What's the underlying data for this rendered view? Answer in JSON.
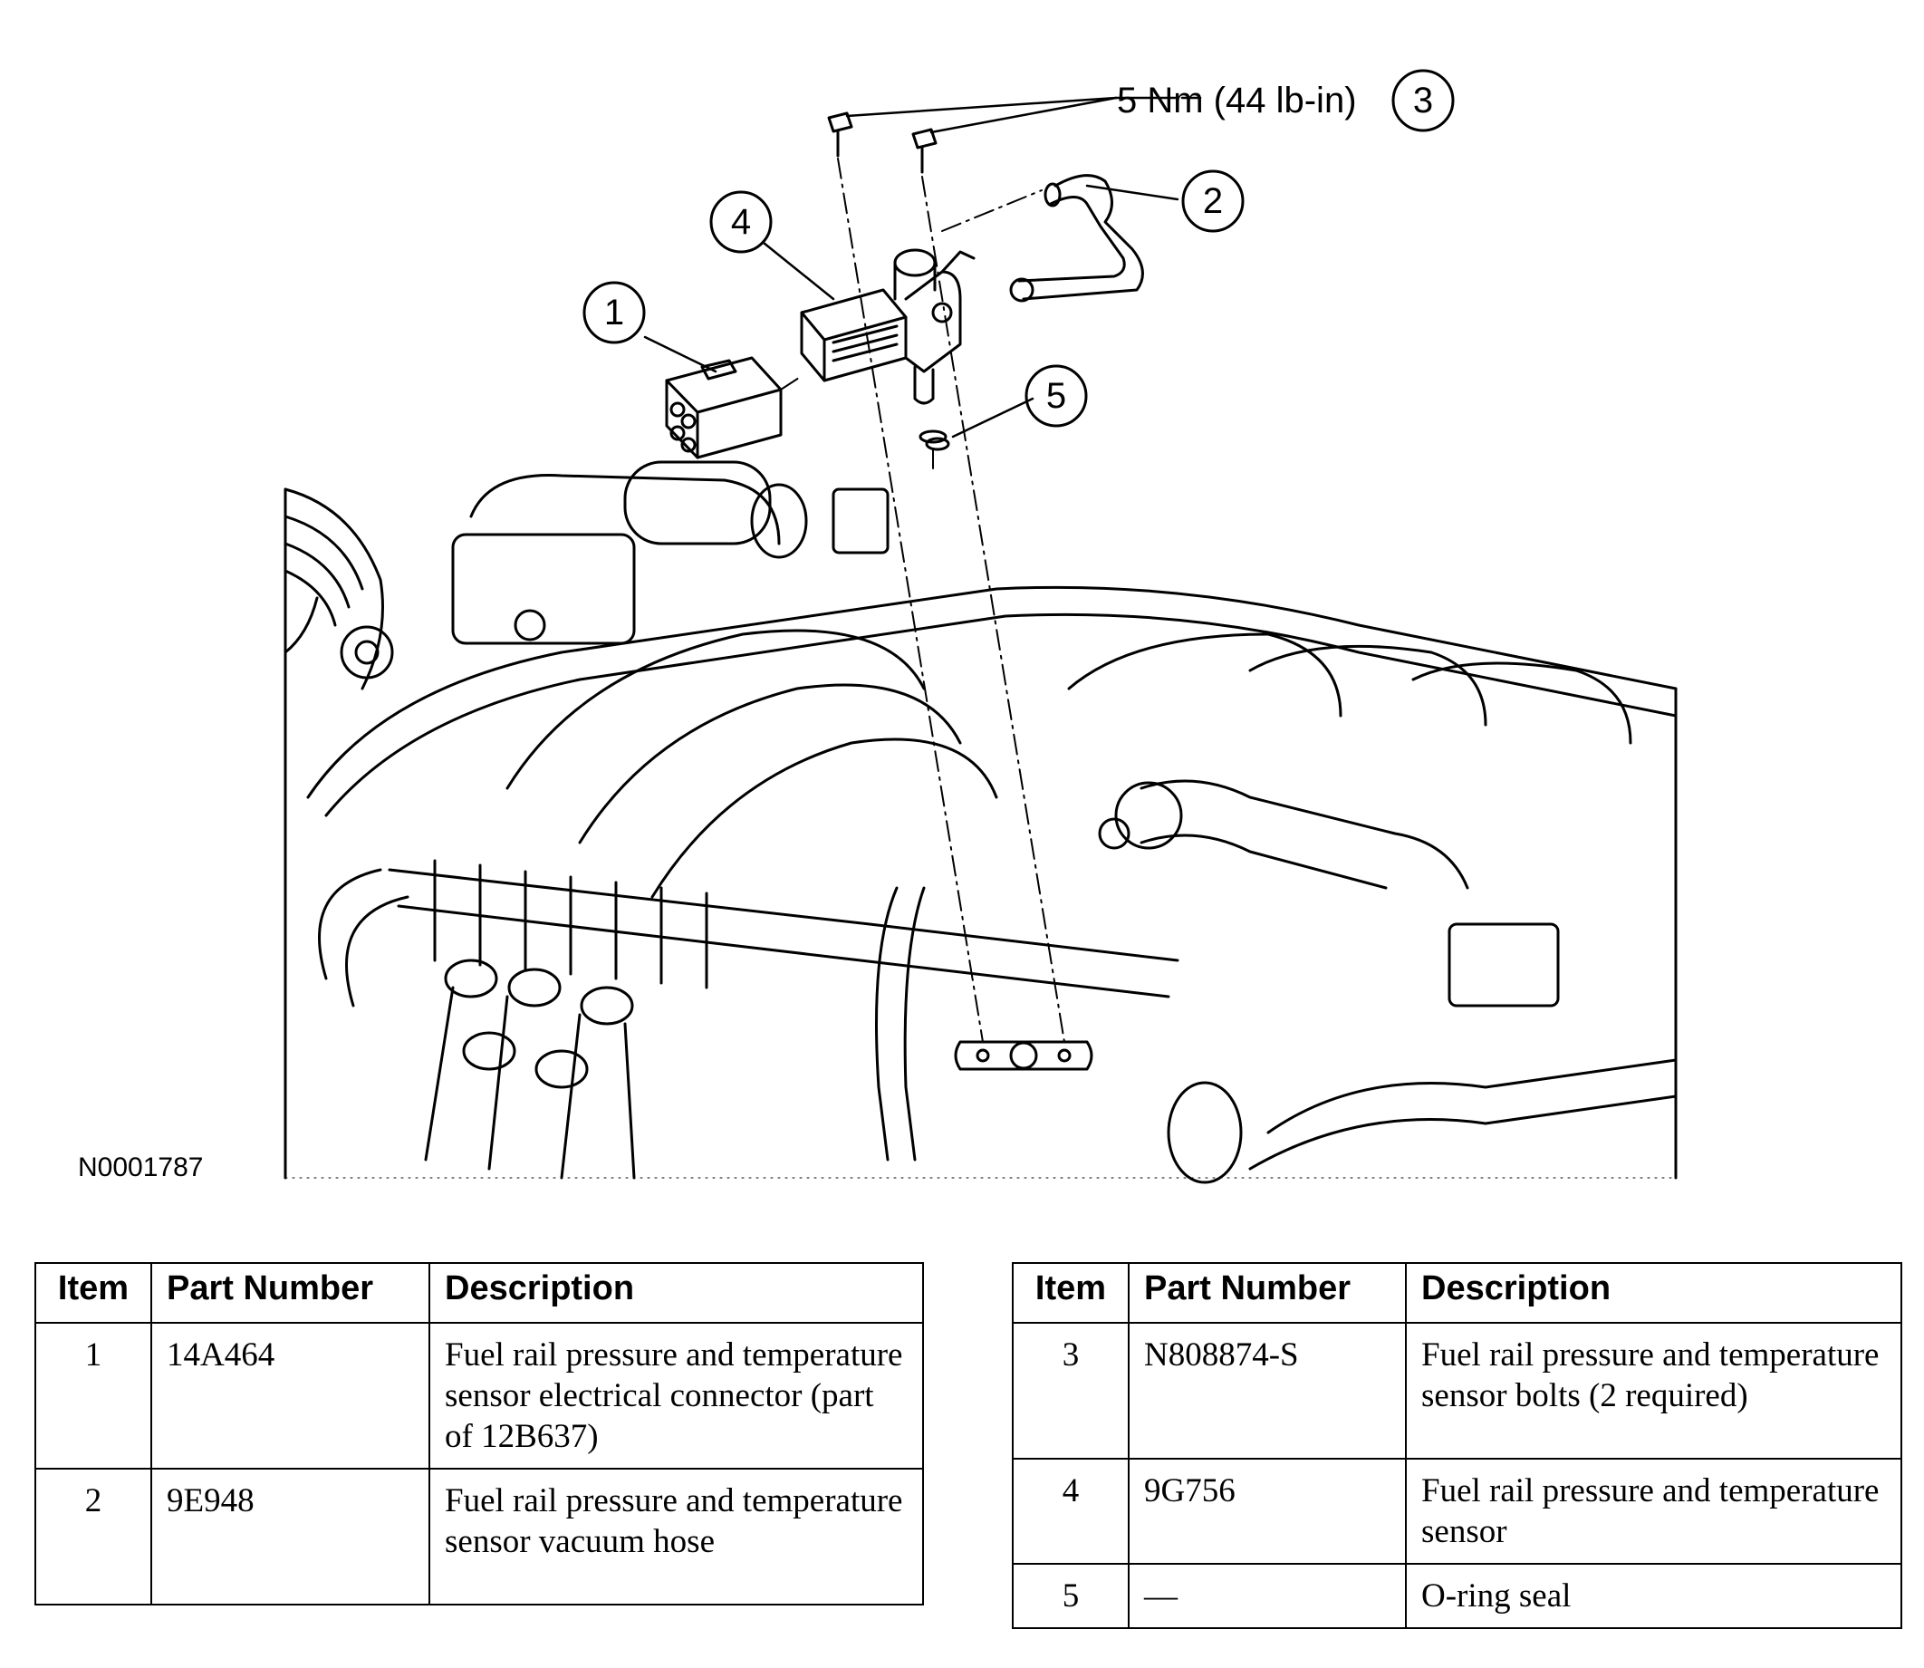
{
  "figure": {
    "id_label": "N0001787",
    "torque_callout": "5 Nm (44 lb-in)",
    "callouts": [
      "1",
      "2",
      "3",
      "4",
      "5"
    ],
    "line_color": "#000000",
    "background_color": "#ffffff"
  },
  "parts_table": {
    "headers": {
      "item": "Item",
      "part_number": "Part Number",
      "description": "Description"
    },
    "left_rows": [
      {
        "item": "1",
        "part_number": "14A464",
        "description": "Fuel rail pressure and temperature sensor electrical connector (part of 12B637)"
      },
      {
        "item": "2",
        "part_number": "9E948",
        "description": "Fuel rail pressure and temperature sensor vacuum hose"
      }
    ],
    "right_rows": [
      {
        "item": "3",
        "part_number": "N808874-S",
        "description": "Fuel rail pressure and temperature sensor bolts (2 required)"
      },
      {
        "item": "4",
        "part_number": "9G756",
        "description": "Fuel rail pressure and temperature sensor"
      },
      {
        "item": "5",
        "part_number": "—",
        "description": "O-ring seal"
      }
    ]
  }
}
